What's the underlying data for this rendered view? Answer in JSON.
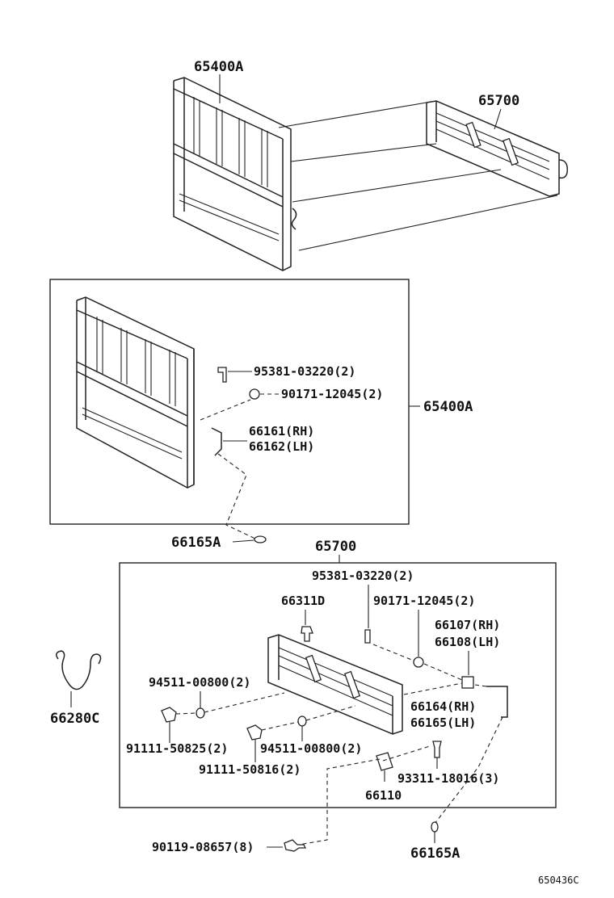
{
  "labels": {
    "top_headboard": "65400A",
    "top_tailgate": "65700",
    "box1_bolt": "95381-03220(2)",
    "box1_nut": "90171-12045(2)",
    "box1_ref": "65400A",
    "box1_hinge_rh": "66161(RH)",
    "box1_hinge_lh": "66162(LH)",
    "pin_left": "66165A",
    "box2_ref": "65700",
    "box2_bolt": "95381-03220(2)",
    "box2_hook": "66311D",
    "box2_nut": "90171-12045(2)",
    "box2_bracket_rh": "66107(RH)",
    "box2_bracket_lh": "66108(LH)",
    "box2_washer_upper": "94511-00800(2)",
    "box2_hinge_rh": "66164(RH)",
    "box2_hinge_lh": "66165(LH)",
    "cable": "66280C",
    "box2_bolt_825": "91111-50825(2)",
    "box2_washer_lower": "94511-00800(2)",
    "box2_bolt_816": "91111-50816(2)",
    "box2_screw": "93311-18016(3)",
    "box2_plate": "66110",
    "bottom_bolt": "90119-08657(8)",
    "pin_right": "66165A",
    "drawing_code": "650436C"
  }
}
